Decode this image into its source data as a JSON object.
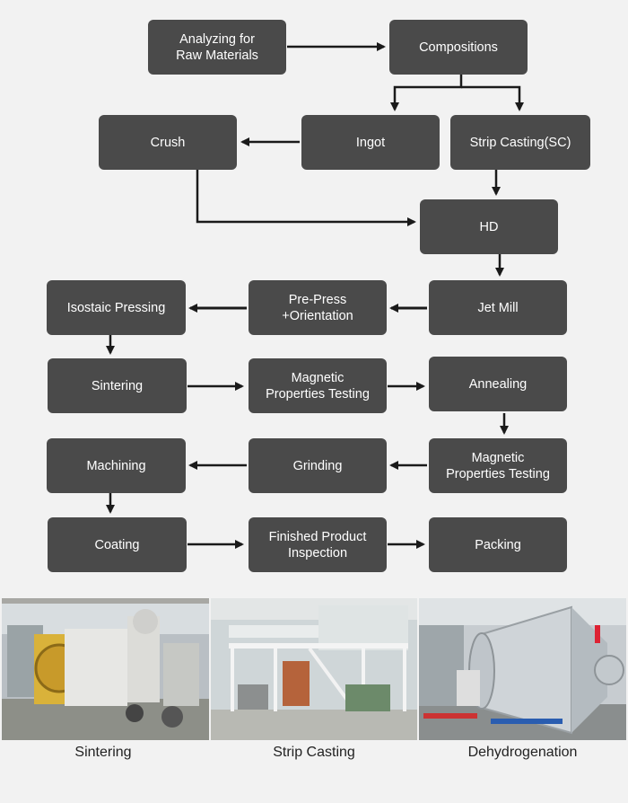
{
  "steps": {
    "analyzing": "Analyzing for\nRaw Materials",
    "compositions": "Compositions",
    "crush": "Crush",
    "ingot": "Ingot",
    "strip_casting": "Strip Casting(SC)",
    "hd": "HD",
    "isostatic": "Isostaic Pressing",
    "prepress": "Pre-Press\n+Orientation",
    "jet_mill": "Jet Mill",
    "sintering": "Sintering",
    "mag_testing_1": "Magnetic\nProperties Testing",
    "annealing": "Annealing",
    "machining": "Machining",
    "grinding": "Grinding",
    "mag_testing_2": "Magnetic\nProperties Testing",
    "coating": "Coating",
    "finished": "Finished Product\nInspection",
    "packing": "Packing"
  },
  "photos": [
    {
      "caption": "Sintering",
      "icon": "sintering-furnace-photo"
    },
    {
      "caption": "Strip Casting",
      "icon": "strip-casting-plant-photo"
    },
    {
      "caption": "Dehydrogenation",
      "icon": "dehydrogenation-vessel-photo"
    }
  ],
  "colors": {
    "box": "#4a4a4a",
    "arrow": "#1a1a1a",
    "background": "#f2f2f2"
  }
}
